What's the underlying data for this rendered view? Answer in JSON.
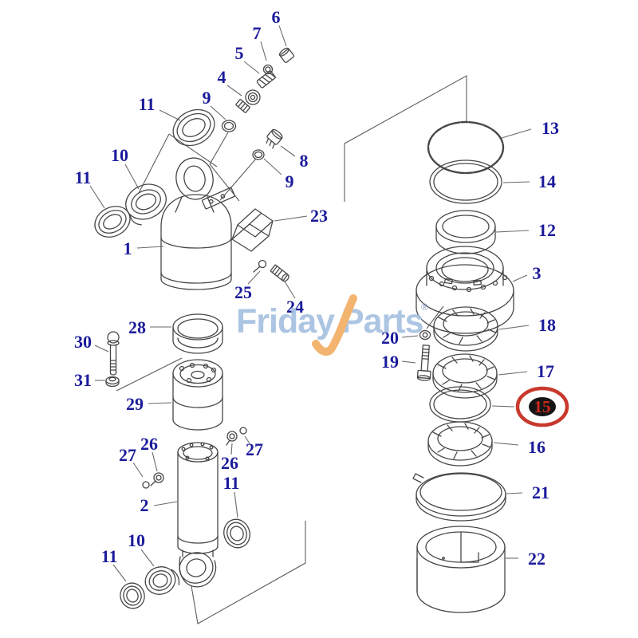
{
  "page": {
    "background_color": "#ffffff",
    "description": "Exploded parts diagram of a hydraulic cylinder assembly"
  },
  "watermark": {
    "left": "Friday",
    "right": "Parts",
    "registered": "®",
    "blue": "#a6c1e0",
    "orange": "#f3ae63"
  },
  "diagram": {
    "type": "exploded-parts-diagram",
    "highlighted_callout": "15",
    "colors": {
      "callout_text": "#1b1b9b",
      "line_art": "#474747",
      "leader_line": "#6a6a6a",
      "highlight_circle": "#c8392c",
      "highlight_label": "#d0281c",
      "highlight_label_bg": "#151515"
    },
    "callouts": [
      {
        "label": "6"
      },
      {
        "label": "7"
      },
      {
        "label": "5"
      },
      {
        "label": "4"
      },
      {
        "label": "9"
      },
      {
        "label": "11"
      },
      {
        "label": "8"
      },
      {
        "label": "9"
      },
      {
        "label": "10"
      },
      {
        "label": "11"
      },
      {
        "label": "1"
      },
      {
        "label": "23"
      },
      {
        "label": "25"
      },
      {
        "label": "24"
      },
      {
        "label": "28"
      },
      {
        "label": "30"
      },
      {
        "label": "31"
      },
      {
        "label": "29"
      },
      {
        "label": "26"
      },
      {
        "label": "27"
      },
      {
        "label": "2"
      },
      {
        "label": "26"
      },
      {
        "label": "27"
      },
      {
        "label": "11"
      },
      {
        "label": "10"
      },
      {
        "label": "11"
      },
      {
        "label": "13"
      },
      {
        "label": "14"
      },
      {
        "label": "12"
      },
      {
        "label": "3"
      },
      {
        "label": "18"
      },
      {
        "label": "20"
      },
      {
        "label": "19"
      },
      {
        "label": "17"
      },
      {
        "label": "15",
        "highlighted": true
      },
      {
        "label": "16"
      },
      {
        "label": "21"
      },
      {
        "label": "22"
      }
    ]
  }
}
